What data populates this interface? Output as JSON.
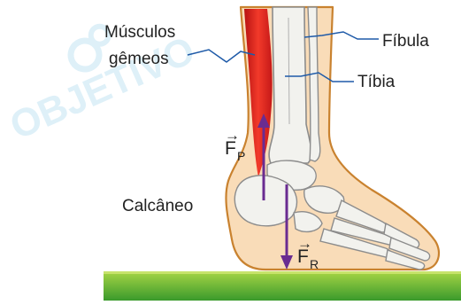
{
  "watermark": {
    "text": "OBJETIVO",
    "color": "#d9eef7"
  },
  "labels": {
    "muscle_line1": "Músculos",
    "muscle_line2": "gêmeos",
    "fibula": "Fíbula",
    "tibia": "Tíbia",
    "calcaneus": "Calcâneo",
    "force_p_main": "F",
    "force_p_sub": "P",
    "force_r_main": "F",
    "force_r_sub": "R",
    "vector_arrow": "→"
  },
  "colors": {
    "skin": "#f9dcb8",
    "skin_outline": "#c9822f",
    "muscle": "#e41d1d",
    "bone": "#f2f2ee",
    "bone_outline": "#8c8c8c",
    "force_arrow": "#6a2c91",
    "leader_line": "#1e5aa8",
    "ground_top": "#9ccc3f",
    "ground_bottom": "#2f8f2a"
  }
}
